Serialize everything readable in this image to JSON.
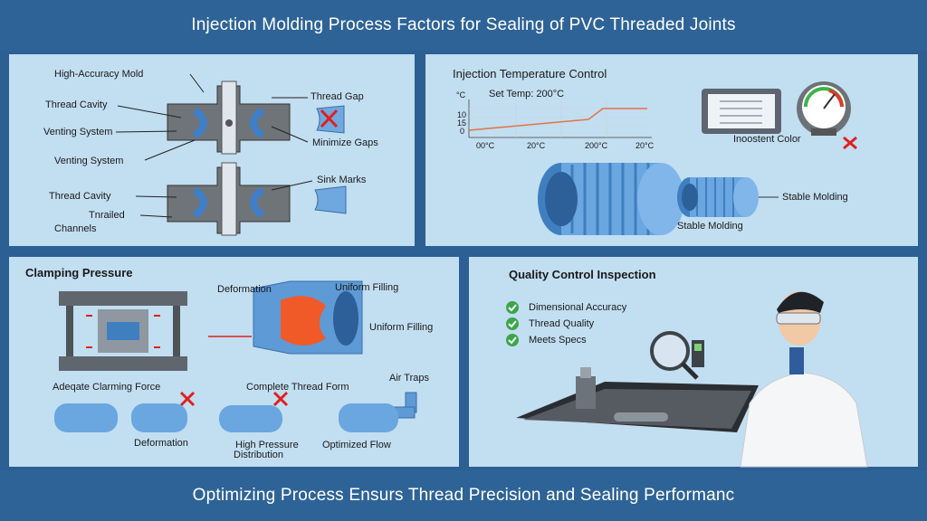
{
  "header": {
    "title": "Injection Molding Process Factors for Sealing of PVC Threaded Joints"
  },
  "footer": {
    "text": "Optimizing Process Ensurs Thread Precision and Sealing Performanc"
  },
  "mold_panel": {
    "title": "High-Accuracy Mold",
    "labels": {
      "thread_cavity_1": "Thread Cavity",
      "venting_system_1": "Venting System",
      "venting_system_2": "Venting System",
      "thread_gap": "Thread Gap",
      "minimize_gaps": "Minimize Gaps",
      "thread_cavity_2": "Thread Cavity",
      "trailed": "Tnrailed",
      "channels": "Channels",
      "sink_marks": "Sink Marks"
    }
  },
  "temperature_panel": {
    "title": "Injection Temperature Control",
    "set_temp": "Set Temp: 200°C",
    "y_unit": "°C",
    "y_ticks": [
      "10",
      "15",
      "0"
    ],
    "x_ticks": [
      "00°C",
      "20°C",
      "200°C",
      "20°C"
    ],
    "inconsistent_color": "Inoostent Color",
    "stable_molding_1": "Stable Molding",
    "stable_molding_2": "Stable Molding"
  },
  "clamping_panel": {
    "title": "Clamping Pressure",
    "deformation_top": "Deformation",
    "uniform_filling_1": "Uniform Filling",
    "uniform_filling_2": "Uniform Filling",
    "adequate_force": "Adeqate Clarming Force",
    "complete_thread": "Complete Thread Form",
    "air_traps": "Air Traps",
    "deformation": "Deformation",
    "high_pressure_1": "High Pressure",
    "high_pressure_2": "Distribution",
    "optimized_flow": "Optimized Flow"
  },
  "quality_panel": {
    "title": "Quality Control Inspection",
    "checks": [
      "Dimensional Accuracy",
      "Thread Quality",
      "Meets Specs"
    ]
  },
  "colors": {
    "band": "#2e6397",
    "panel": "#c2def1",
    "pipe": "#5d9ad6",
    "check": "#3aa648",
    "cross": "#e02020",
    "molten": "#f05a28"
  }
}
